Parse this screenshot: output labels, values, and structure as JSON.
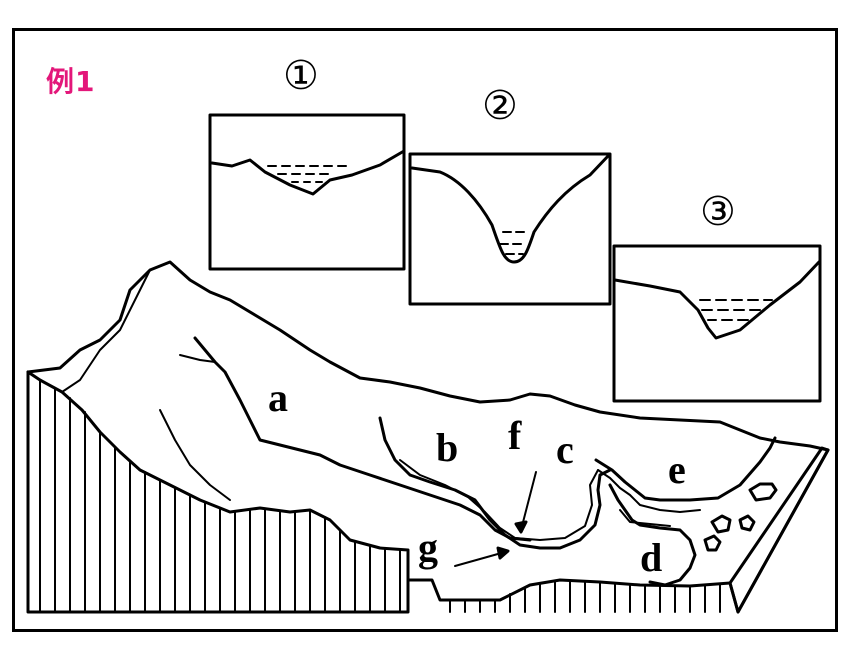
{
  "example_label": "例1",
  "sections": [
    {
      "number": "①"
    },
    {
      "number": "②"
    },
    {
      "number": "③"
    }
  ],
  "point_labels": [
    "a",
    "b",
    "c",
    "d",
    "e",
    "f",
    "g"
  ],
  "colors": {
    "accent": "#e3177a",
    "line": "#000000",
    "background": "#ffffff"
  }
}
